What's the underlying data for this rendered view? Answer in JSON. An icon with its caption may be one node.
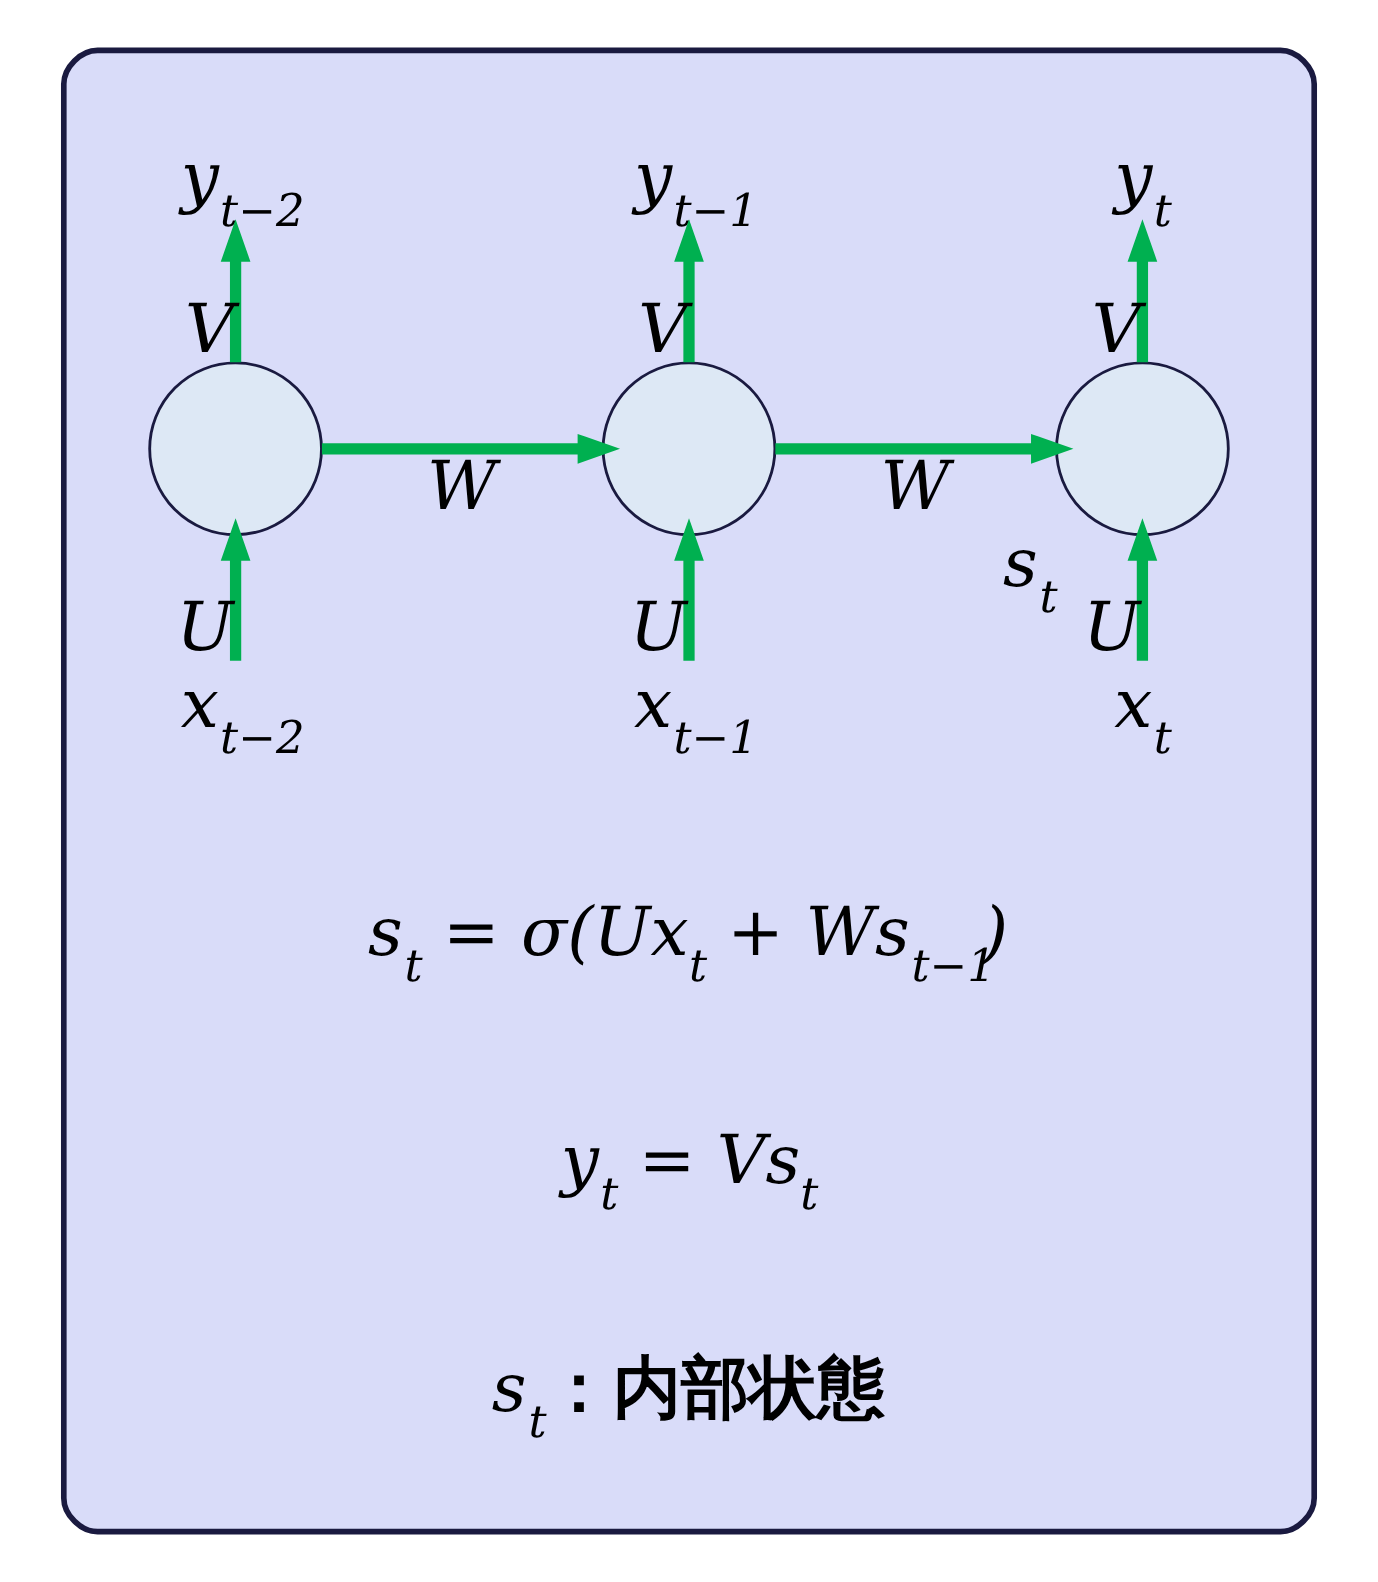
{
  "diagram": {
    "nodes": [
      {
        "text": [],
        "shape": "box"
      },
      {
        "text": [
          "y$_{t−2}$"
        ],
        "in": 0
      },
      {
        "text": [
          "y$_{t−1}$"
        ],
        "in": 0
      },
      {
        "text": [
          "y$_{t}$"
        ],
        "in": 0
      },
      {
        "text": [],
        "shape": "circle",
        "in": 0
      },
      {
        "text": [],
        "shape": "circle",
        "in": 0
      },
      {
        "text": [],
        "shape": "circle",
        "in": 0,
        "beside": [
          "s$_{t}$"
        ]
      },
      {
        "text": [
          "x$_{t−2}$"
        ],
        "in": 0
      },
      {
        "text": [
          "x$_{t−1}$"
        ],
        "in": 0
      },
      {
        "text": [
          "x$_{t}$"
        ],
        "in": 0
      }
    ],
    "edges": [
      {
        "from": 4,
        "to": 1,
        "arrow": "to",
        "label": "V"
      },
      {
        "from": 5,
        "to": 2,
        "arrow": "to",
        "label": "V"
      },
      {
        "from": 6,
        "to": 3,
        "arrow": "to",
        "label": "V"
      },
      {
        "from": 4,
        "to": 5,
        "arrow": "to",
        "label": "W"
      },
      {
        "from": 5,
        "to": 6,
        "arrow": "to",
        "label": "W"
      },
      {
        "from": 7,
        "to": 4,
        "arrow": "to",
        "label": "U"
      },
      {
        "from": 8,
        "to": 5,
        "arrow": "to",
        "label": "U"
      },
      {
        "from": 9,
        "to": 6,
        "arrow": "to",
        "label": "U"
      }
    ],
    "labels": [
      "s$_{t}$ = σ(Ux$_{t}$ + Ws$_{t−1}$)",
      "y$_{t}$ = Vs$_{t}$",
      "s$_{t}$**：内部状態**"
    ]
  }
}
